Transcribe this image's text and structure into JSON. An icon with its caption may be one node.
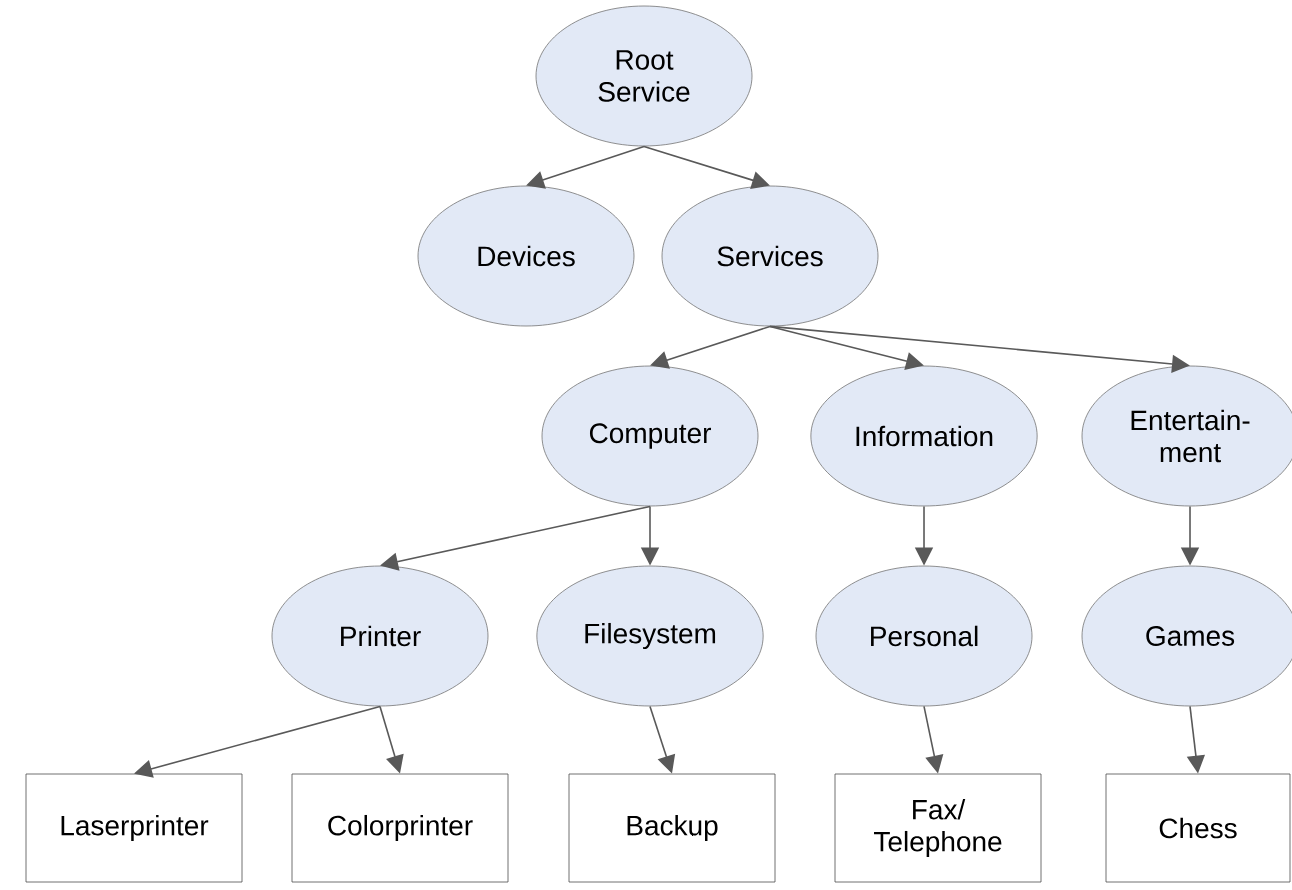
{
  "diagram": {
    "nodes": [
      {
        "text": [
          "Root Service"
        ]
      },
      {
        "text": [
          "Devices"
        ]
      },
      {
        "text": [
          "Services"
        ]
      },
      {
        "text": [
          "Computer"
        ]
      },
      {
        "text": [
          "Information"
        ]
      },
      {
        "text": [
          "Entertain- ment"
        ]
      },
      {
        "text": [
          "Printer"
        ]
      },
      {
        "text": [
          "Filesystem"
        ]
      },
      {
        "text": [
          "Personal"
        ]
      },
      {
        "text": [
          "Games"
        ]
      },
      {
        "text": [
          "Laserprinter"
        ]
      },
      {
        "text": [
          "Colorprinter"
        ]
      },
      {
        "text": [
          "Backup"
        ]
      },
      {
        "text": [
          "Fax/ Telephone"
        ]
      },
      {
        "text": [
          "Chess"
        ]
      }
    ],
    "edges": [
      {
        "from": 0,
        "to": 1,
        "arrow": "to"
      },
      {
        "from": 0,
        "to": 2,
        "arrow": "to"
      },
      {
        "from": 2,
        "to": 3,
        "arrow": "to"
      },
      {
        "from": 2,
        "to": 4,
        "arrow": "to"
      },
      {
        "from": 2,
        "to": 5,
        "arrow": "to"
      },
      {
        "from": 3,
        "to": 6,
        "arrow": "to"
      },
      {
        "from": 3,
        "to": 7,
        "arrow": "to"
      },
      {
        "from": 4,
        "to": 8,
        "arrow": "to"
      },
      {
        "from": 5,
        "to": 9,
        "arrow": "to"
      },
      {
        "from": 6,
        "to": 10,
        "arrow": "to"
      },
      {
        "from": 6,
        "to": 11,
        "arrow": "to"
      },
      {
        "from": 7,
        "to": 12,
        "arrow": "to"
      },
      {
        "from": 8,
        "to": 13,
        "arrow": "to"
      },
      {
        "from": 9,
        "to": 14,
        "arrow": "to"
      }
    ]
  }
}
